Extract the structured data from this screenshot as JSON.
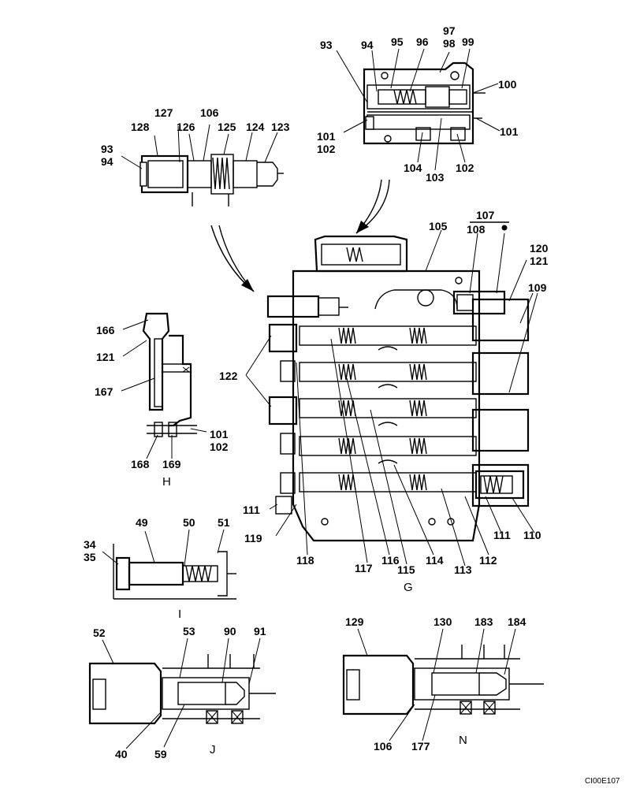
{
  "figure_code": "CI00E107",
  "sections": {
    "G": "G",
    "H": "H",
    "I": "I",
    "J": "J",
    "N": "N"
  },
  "part_labels": {
    "p93a": "93",
    "p94a": "94",
    "p95": "95",
    "p96": "96",
    "p97": "97",
    "p98": "98",
    "p99": "99",
    "p100": "100",
    "p101a": "101",
    "p102a": "102",
    "p101b": "101",
    "p104": "104",
    "p103": "103",
    "p102b": "102",
    "p127": "127",
    "p106a": "106",
    "p128": "128",
    "p126": "126",
    "p125": "125",
    "p124": "124",
    "p123": "123",
    "p93b": "93",
    "p94b": "94",
    "p107": "107",
    "p108": "108",
    "p105": "105",
    "p120": "120",
    "p121a": "121",
    "p109": "109",
    "p122": "122",
    "p166": "166",
    "p121b": "121",
    "p167": "167",
    "p101c": "101",
    "p102c": "102",
    "p168": "168",
    "p169": "169",
    "p111a": "111",
    "p119": "119",
    "p118": "118",
    "p117": "117",
    "p116": "116",
    "p115": "115",
    "p114": "114",
    "p113": "113",
    "p112": "112",
    "p111b": "111",
    "p110": "110",
    "p49": "49",
    "p50": "50",
    "p51": "51",
    "p34": "34",
    "p35": "35",
    "p52": "52",
    "p53": "53",
    "p90": "90",
    "p91": "91",
    "p40": "40",
    "p59": "59",
    "p129": "129",
    "p130": "130",
    "p183": "183",
    "p184": "184",
    "p106b": "106",
    "p177": "177"
  }
}
